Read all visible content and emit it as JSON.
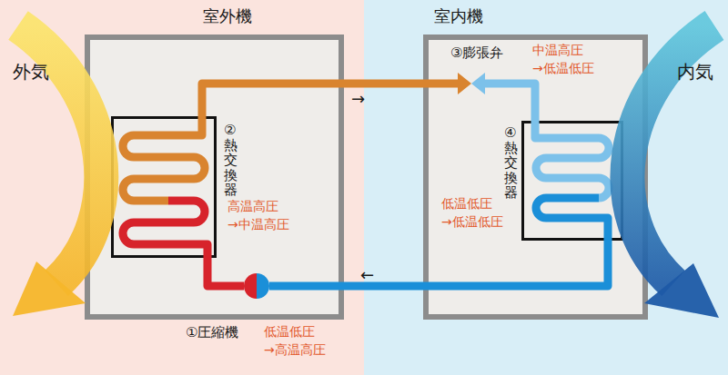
{
  "diagram": {
    "nodes": [
      {
        "text": [
          "室外機"
        ]
      },
      {
        "text": [
          "②熱交換器",
          "高温高圧 →中温高圧"
        ],
        "in": 0
      },
      {
        "text": [
          "①圧縮機",
          "低温低圧 →高温高圧"
        ],
        "in": 0
      },
      {
        "text": [
          "室内機"
        ]
      },
      {
        "text": [
          "③膨張弁",
          "中温高圧 →低温低圧"
        ],
        "in": 3
      },
      {
        "text": [
          "④熱交換器",
          "低温低圧 →低温低圧"
        ],
        "in": 3
      }
    ],
    "edges": [
      {
        "from": 1,
        "to": 4,
        "arrow": "none"
      },
      {
        "from": 4,
        "to": 5,
        "arrow": "none"
      },
      {
        "from": 5,
        "to": 2,
        "arrow": "none"
      },
      {
        "from": 2,
        "to": 1,
        "arrow": "none"
      }
    ],
    "labels": [
      "外気",
      "内気",
      "→",
      "←"
    ]
  }
}
